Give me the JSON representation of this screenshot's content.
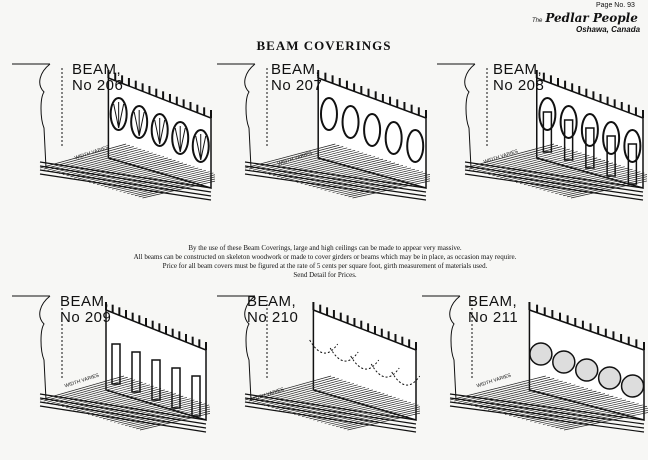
{
  "header": {
    "page_no": "Page No. 93",
    "brand_prefix": "The",
    "brand": "Pedlar People",
    "city": "Oshawa, Canada"
  },
  "title": "BEAM COVERINGS",
  "description": [
    "By the use of these Beam Coverings, large and high ceilings can be made to appear very massive.",
    "All beams can be constructed on skeleton woodwork or made to cover girders or beams which may be in place, as occasion may require.",
    "Price for all beam covers must be figured at the rate of 5 cents per square foot, girth measurement of materials used.",
    "Send Detail for Prices."
  ],
  "beams": [
    {
      "label": "BEAM,",
      "number": "No 206",
      "width_note": "WIDTH VARIES",
      "ornament": "anthemion"
    },
    {
      "label": "BEAM,",
      "number": "No 207",
      "width_note": "WIDTH VARIES",
      "ornament": "arches"
    },
    {
      "label": "BEAM,",
      "number": "No 208",
      "width_note": "WIDTH VARIES",
      "ornament": "rings"
    },
    {
      "label": "BEAM,",
      "number": "No 209",
      "width_note": "WIDTH VARIES",
      "ornament": "columns"
    },
    {
      "label": "BEAM,",
      "number": "No 210",
      "width_note": "WIDTH VARIES",
      "ornament": "swags"
    },
    {
      "label": "BEAM,",
      "number": "No 211",
      "width_note": "WIDTH VARIES",
      "ornament": "shells"
    }
  ]
}
